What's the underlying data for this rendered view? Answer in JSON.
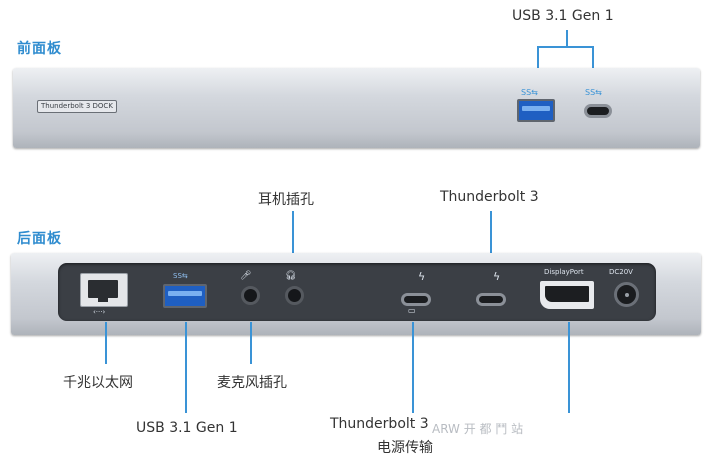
{
  "front": {
    "section_title": "前面板",
    "usb_label": "USB 3.1 Gen 1",
    "dock_label": "Thunderbolt 3 DOCK",
    "usba_icon_text": "SS⇆",
    "usbc_icon_text": "SS⇆"
  },
  "rear": {
    "section_title": "后面板",
    "headphone_label": "耳机插孔",
    "thunderbolt_label": "Thunderbolt 3",
    "ethernet_label": "千兆以太网",
    "mic_label": "麦克风插孔",
    "usb_label": "USB 3.1 Gen 1",
    "power_line1": "Thunderbolt 3",
    "power_line2": "电源传输",
    "watermark": "ARW 开 都 鬥 站",
    "displayport_text": "DisplayPort",
    "dc_text": "DC20V",
    "usb_icon_text": "SS⇆"
  },
  "colors": {
    "accent": "#3a93d6",
    "section_title": "#2f8ccf",
    "usb_blue": "#1f5fc2",
    "panel_dark": "#3b3f45"
  }
}
